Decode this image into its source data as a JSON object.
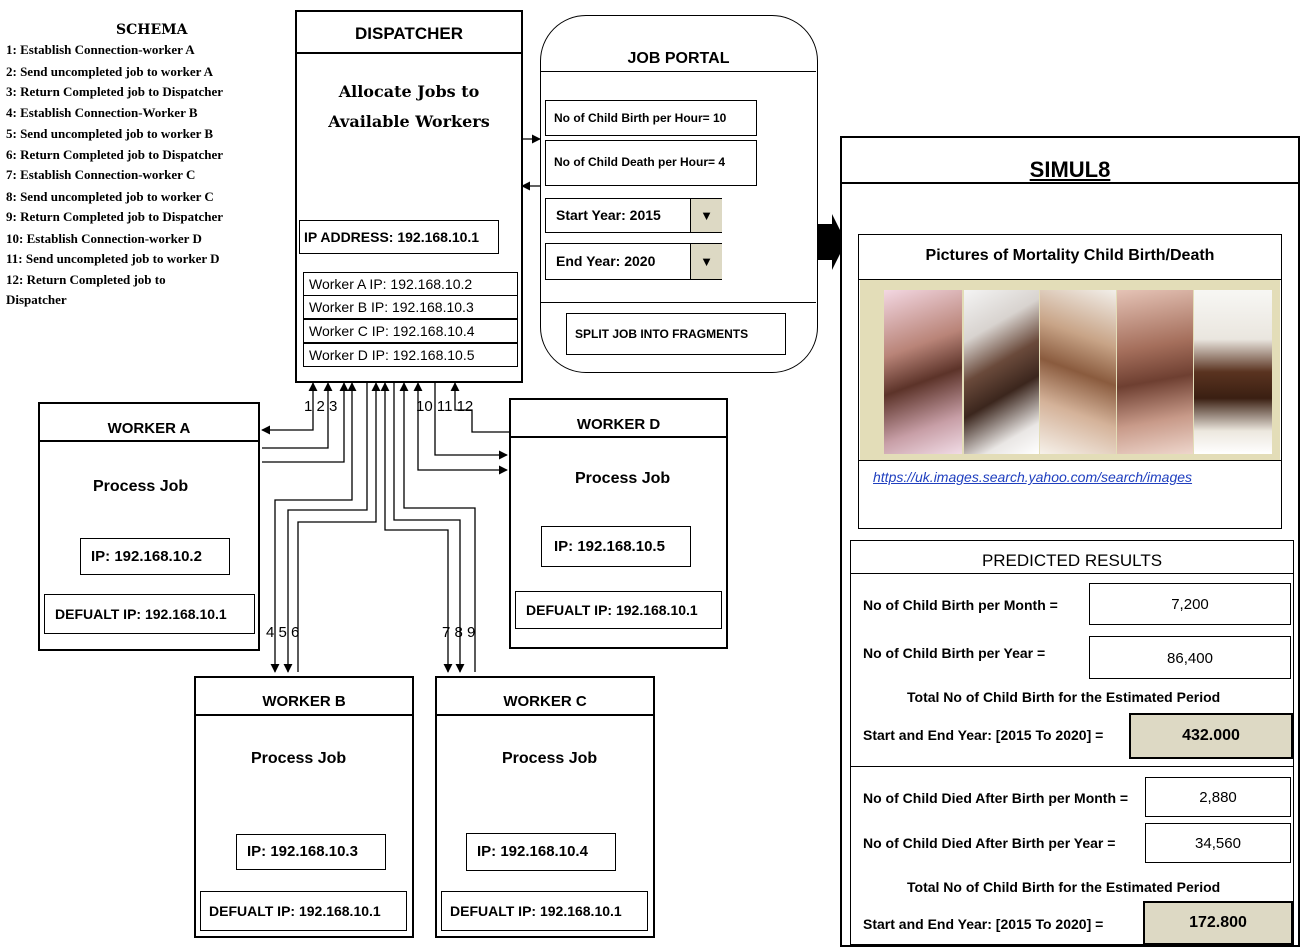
{
  "schema": {
    "title": "SCHEMA",
    "steps": [
      "1: Establish Connection-worker A",
      "2: Send uncompleted job to worker A",
      "3: Return Completed job to Dispatcher",
      "4: Establish Connection-Worker B",
      "5: Send uncompleted job to worker B",
      "6: Return Completed job to Dispatcher",
      "7: Establish Connection-worker C",
      "8: Send uncompleted job to worker C",
      "9: Return Completed job to Dispatcher",
      "10: Establish Connection-worker D",
      "11: Send uncompleted job to worker D",
      "12:   Return   Completed   job   to",
      "Dispatcher"
    ]
  },
  "dispatcher": {
    "title": "DISPATCHER",
    "desc_line1": "Allocate Jobs to",
    "desc_line2": "Available Workers",
    "ip": "IP ADDRESS: 192.168.10.1",
    "workers": [
      "Worker A IP: 192.168.10.2",
      "Worker B IP: 192.168.10.3",
      "Worker C IP: 192.168.10.4",
      "Worker D IP: 192.168.10.5"
    ]
  },
  "portal": {
    "title": "JOB PORTAL",
    "birth_rate": "No of Child Birth per Hour= 10",
    "death_rate": "No of Child Death per Hour= 4",
    "start_year": "Start Year: 2015",
    "end_year": "End Year:  2020",
    "dropdown_icon": "▼",
    "split_button": "SPLIT JOB INTO FRAGMENTS"
  },
  "workers": {
    "a": {
      "title": "WORKER A",
      "job": "Process Job",
      "ip": "IP: 192.168.10.2",
      "default_ip": "DEFUALT IP: 192.168.10.1"
    },
    "b": {
      "title": "WORKER B",
      "job": "Process Job",
      "ip": "IP: 192.168.10.3",
      "default_ip": "DEFUALT IP: 192.168.10.1"
    },
    "c": {
      "title": "WORKER C",
      "job": "Process Job",
      "ip": "IP: 192.168.10.4",
      "default_ip": "DEFUALT IP: 192.168.10.1"
    },
    "d": {
      "title": "WORKER D",
      "job": "Process Job",
      "ip": "IP: 192.168.10.5",
      "default_ip": "DEFUALT IP: 192.168.10.1"
    }
  },
  "labels": {
    "a_steps": "1 2 3",
    "b_steps": "4 5 6",
    "c_steps": "7 8 9",
    "d_steps": "10 11 12"
  },
  "simul8": {
    "title": "SIMUL8",
    "pictures_title": "Pictures of Mortality Child Birth/Death",
    "link": "https://uk.images.search.yahoo.com/search/images",
    "results_title": "PREDICTED RESULTS",
    "birth_month_label": "No of Child Birth per Month =",
    "birth_month_value": "7,200",
    "birth_year_label": "No of Child Birth per Year =",
    "birth_year_value": "86,400",
    "birth_total_label": "Total No of Child Birth for the Estimated Period",
    "birth_period_label": "Start and End Year: [2015  To  2020] =",
    "birth_total_value": "432.000",
    "death_month_label": "No of Child Died After Birth per Month =",
    "death_month_value": "2,880",
    "death_year_label": "No of Child Died After Birth per Year =",
    "death_year_value": "34,560",
    "death_total_label": "Total No of Child Birth for the Estimated Period",
    "death_period_label": "Start and End Year: [2015  To   2020] =",
    "death_total_value": "172.800"
  },
  "colors": {
    "highlight": "#ddd9c4",
    "link": "#1f3fbf",
    "photo_bg": "#e3ddb8"
  }
}
